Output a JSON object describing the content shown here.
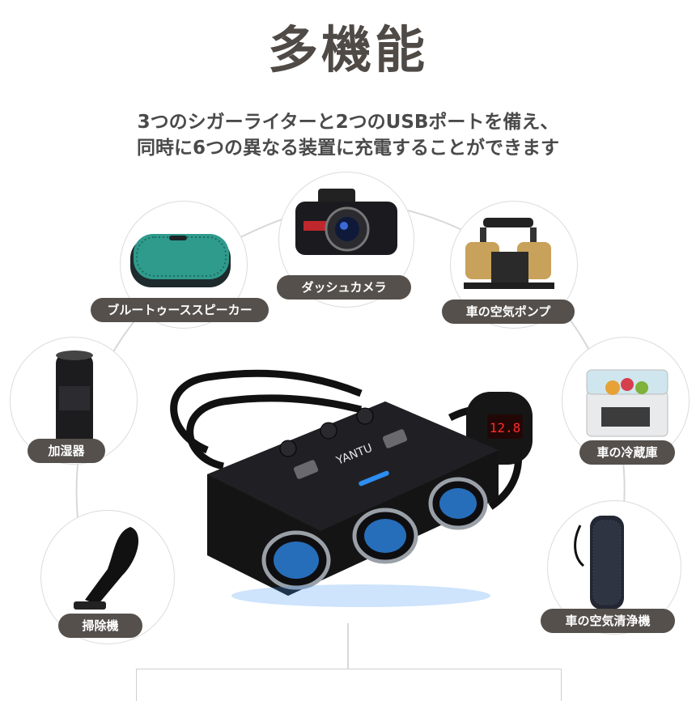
{
  "title": "多機能",
  "subtitle_line1": "3つのシガーライターと2つのUSBポートを備え、",
  "subtitle_line2": "同時に6つの異なる装置に充電することができます",
  "device": {
    "brand": "YANTU",
    "display_value": "12.8"
  },
  "items": [
    {
      "label": "ブルートゥーススピーカー"
    },
    {
      "label": "ダッシュカメラ"
    },
    {
      "label": "車の空気ポンプ"
    },
    {
      "label": "加湿器"
    },
    {
      "label": "車の冷蔵庫"
    },
    {
      "label": "掃除機"
    },
    {
      "label": "車の空気清浄機"
    }
  ],
  "colors": {
    "label_bg": "#55504c",
    "title": "#4f4a46",
    "accent_blue": "#2e8df0"
  }
}
